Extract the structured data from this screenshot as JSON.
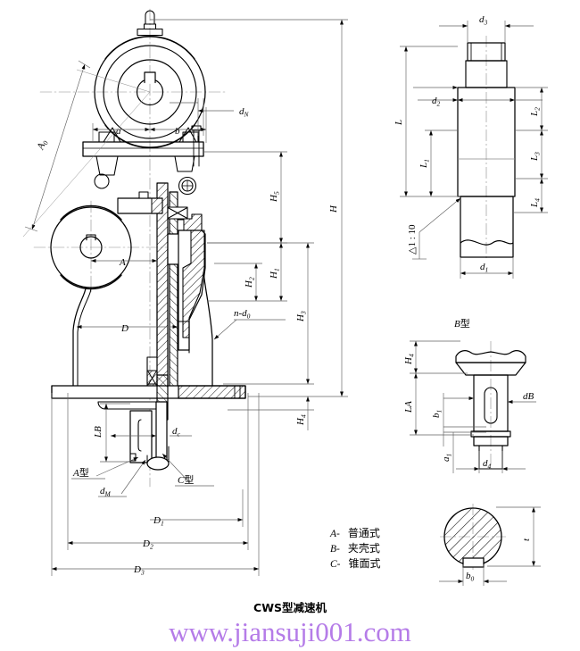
{
  "drawing": {
    "title": "CWS型减速机",
    "watermark": "www.jiansuji001.com",
    "watermark_color": "#b57ce8",
    "line_color": "#000000",
    "thin_line_color": "#777777",
    "background": "#ffffff"
  },
  "legend": {
    "rows": [
      {
        "key": "A-",
        "text": "普通式"
      },
      {
        "key": "B-",
        "text": "夹壳式"
      },
      {
        "key": "C-",
        "text": "锥面式"
      }
    ]
  },
  "views": {
    "main": {
      "name": "main-assembly-view",
      "labels": {
        "A0": "A",
        "A0_sub": "0",
        "dN": "d",
        "dN_sub": "N",
        "a": "a",
        "b": "b",
        "H": "H",
        "H5": "H",
        "H5_sub": "5",
        "H1": "H",
        "H1_sub": "1",
        "H2": "H",
        "H2_sub": "2",
        "H3": "H",
        "H3_sub": "3",
        "H4": "H",
        "H4_sub": "4",
        "A": "A",
        "D": "D",
        "ndo": "n-d",
        "ndo_sub": "0",
        "LB": "LB",
        "dc": "d",
        "dc_sub": "c",
        "dM": "d",
        "dM_sub": "M",
        "Atype": "A",
        "Atype_cn": "型",
        "Ctype": "C",
        "Ctype_cn": "型",
        "D1": "D",
        "D1_sub": "1",
        "D2": "D",
        "D2_sub": "2",
        "D3": "D",
        "D3_sub": "3"
      }
    },
    "shaft": {
      "name": "output-shaft-detail-view",
      "labels": {
        "d3": "d",
        "d3_sub": "3",
        "d2": "d",
        "d2_sub": "2",
        "d1": "d",
        "d1_sub": "1",
        "L": "L",
        "L1": "L",
        "L1_sub": "1",
        "L2": "L",
        "L2_sub": "2",
        "L3": "L",
        "L3_sub": "3",
        "L4": "L",
        "L4_sub": "4",
        "taper": "1 : 10",
        "taper_symbol": "△"
      }
    },
    "btype": {
      "name": "b-type-clamp-shell-detail-view",
      "title": "B",
      "title_cn": "型",
      "labels": {
        "H4": "H",
        "H4_sub": "4",
        "LA": "LA",
        "b1": "b",
        "b1_sub": "1",
        "a1": "a",
        "a1_sub": "1",
        "dB": "dB",
        "d4": "d",
        "d4_sub": "4"
      }
    },
    "keyway": {
      "name": "keyway-section-view",
      "labels": {
        "t": "t",
        "b0": "b",
        "b0_sub": "0"
      }
    }
  }
}
